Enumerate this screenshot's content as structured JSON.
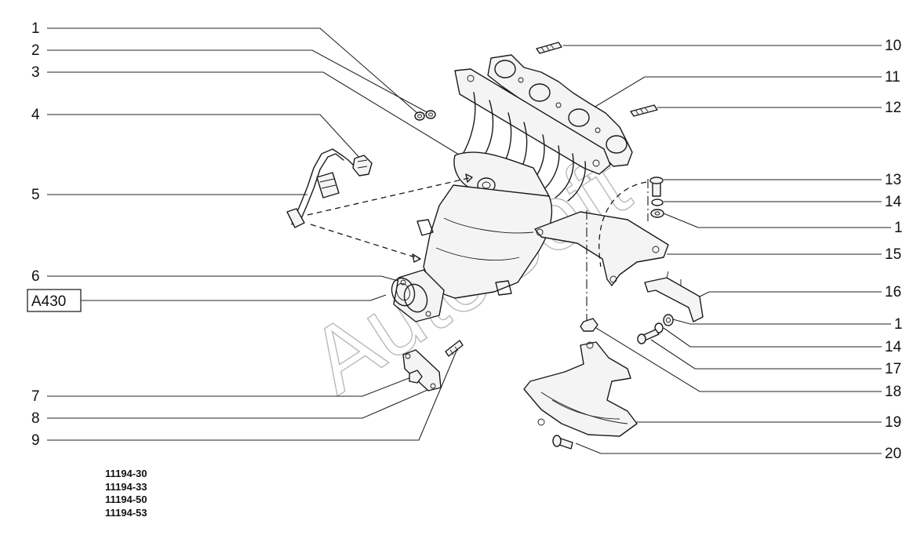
{
  "callouts_left": [
    {
      "id": "1",
      "label": "1"
    },
    {
      "id": "2",
      "label": "2"
    },
    {
      "id": "3",
      "label": "3"
    },
    {
      "id": "4",
      "label": "4"
    },
    {
      "id": "5",
      "label": "5"
    },
    {
      "id": "6",
      "label": "6"
    },
    {
      "id": "a430",
      "label": "A430"
    },
    {
      "id": "7",
      "label": "7"
    },
    {
      "id": "8",
      "label": "8"
    },
    {
      "id": "9",
      "label": "9"
    }
  ],
  "callouts_right": [
    {
      "id": "10",
      "label": "10"
    },
    {
      "id": "11",
      "label": "11"
    },
    {
      "id": "12",
      "label": "12"
    },
    {
      "id": "13",
      "label": "13"
    },
    {
      "id": "14a",
      "label": "14"
    },
    {
      "id": "1a",
      "label": "1"
    },
    {
      "id": "15",
      "label": "15"
    },
    {
      "id": "16",
      "label": "16"
    },
    {
      "id": "1b",
      "label": "1"
    },
    {
      "id": "14b",
      "label": "14"
    },
    {
      "id": "17",
      "label": "17"
    },
    {
      "id": "18",
      "label": "18"
    },
    {
      "id": "19",
      "label": "19"
    },
    {
      "id": "20",
      "label": "20"
    }
  ],
  "model_codes": [
    "11194-30",
    "11194-33",
    "11194-50",
    "11194-53"
  ],
  "watermark": "AutoSoft"
}
